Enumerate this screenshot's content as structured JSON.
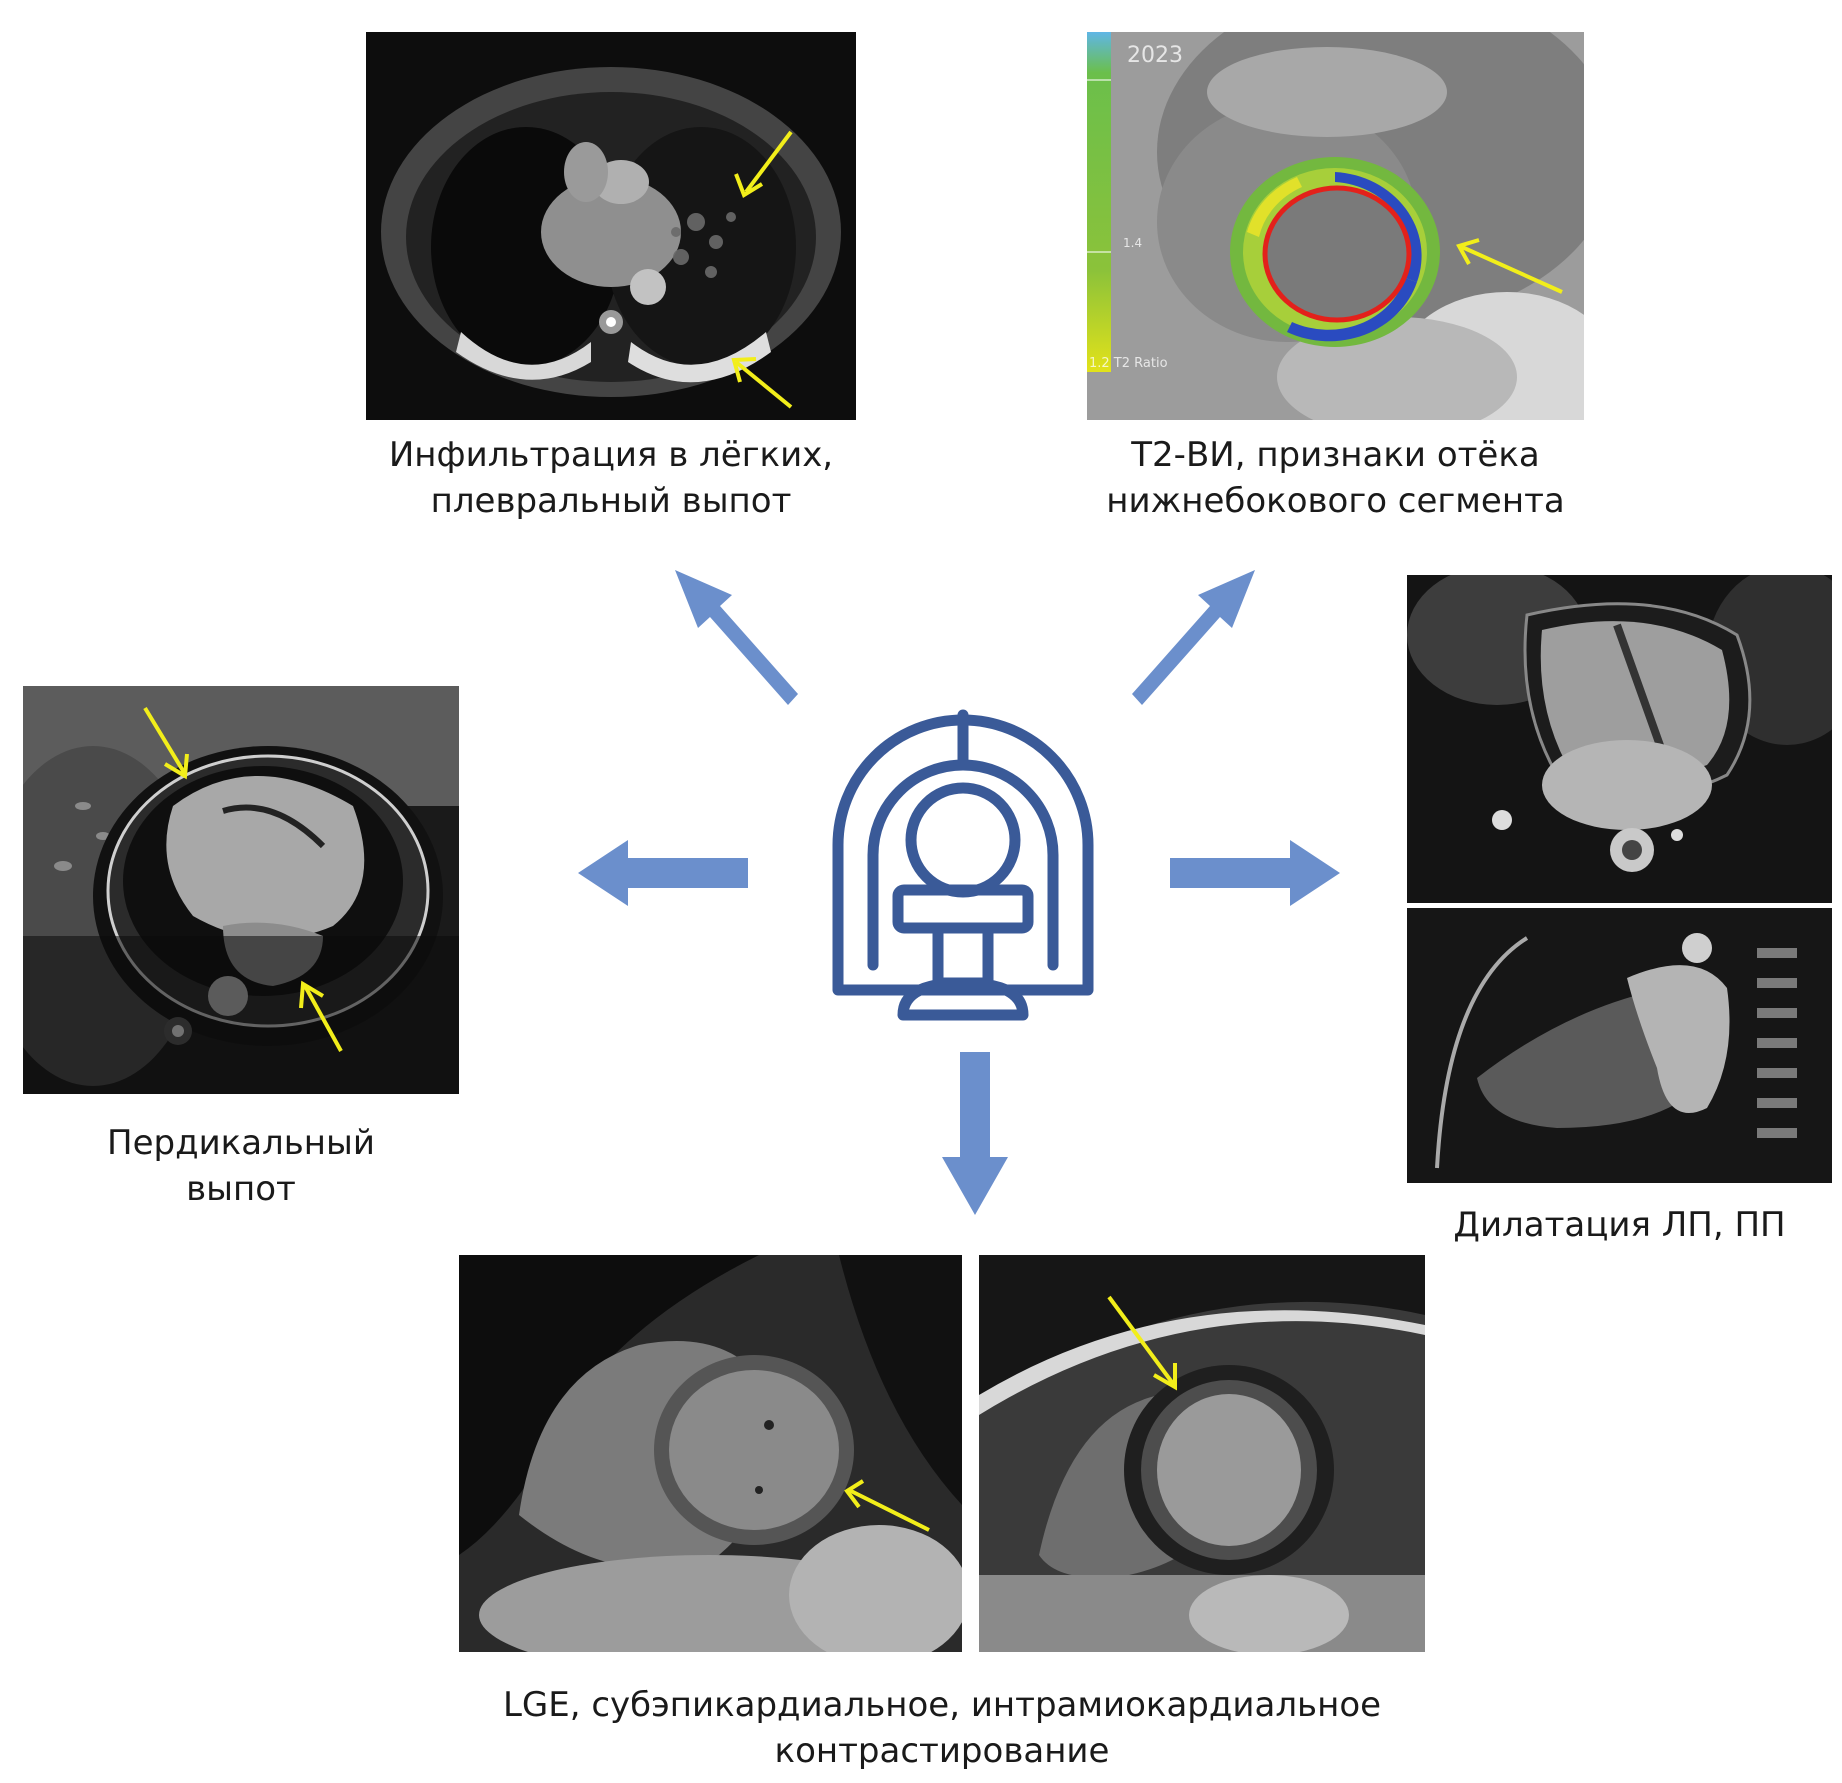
{
  "panels": {
    "lungs": {
      "caption_line1": "Инфильтрация в лёгких,",
      "caption_line2": "плевральный выпот"
    },
    "t2": {
      "caption_line1": "T2-ВИ, признаки отёка",
      "caption_line2": "нижнебокового сегмента",
      "overlay_year": "2023",
      "overlay_scale_label": "1.2 T2 Ratio",
      "overlay_tick": "1.4"
    },
    "pericardial": {
      "caption_line1": "Пердикальный",
      "caption_line2": "выпот"
    },
    "dilatation": {
      "caption_line1": "Дилатация ЛП, ПП"
    },
    "lge": {
      "caption_line1": "LGE, субэпикардиальное, интрамиокардиальное",
      "caption_line2": "контрастирование"
    }
  },
  "center_icon": "mri-scanner-icon",
  "colors": {
    "arrow_fill": "#6b8fcc",
    "icon_stroke": "#3a5a98",
    "annotation_arrow": "#f2ee1a",
    "edema_contour": "#e3211b"
  }
}
